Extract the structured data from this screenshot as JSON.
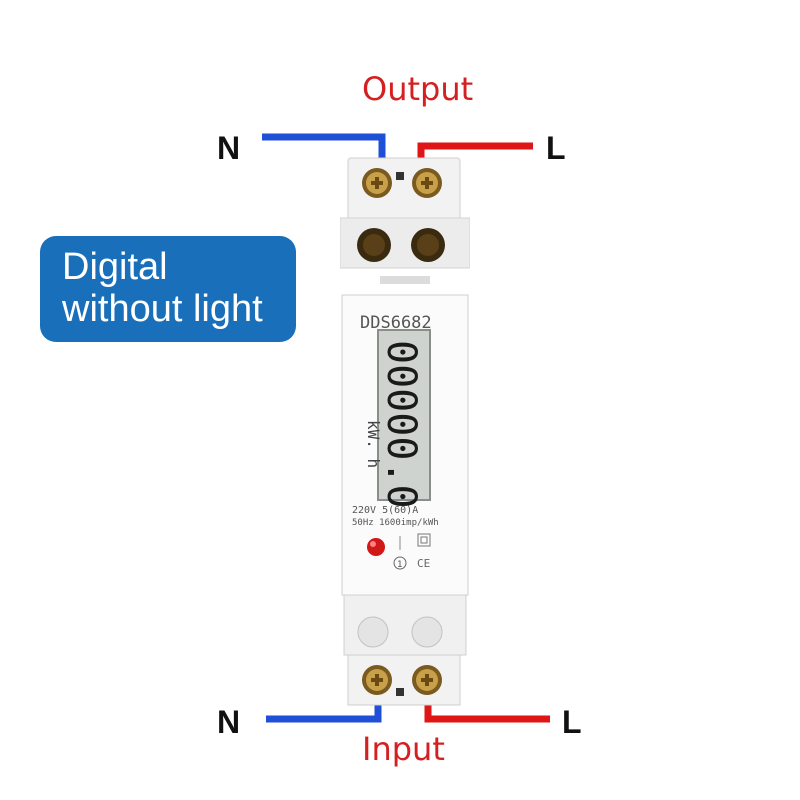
{
  "labels": {
    "output": "Output",
    "input": "Input",
    "top_left": "N",
    "top_right": "L",
    "bottom_left": "N",
    "bottom_right": "L"
  },
  "badge": {
    "line1": "Digital",
    "line2": "without light"
  },
  "meter": {
    "model": "DDS6682",
    "unit": "kW. h",
    "reading": "00000.0",
    "spec_line1": "220V  5(60)A",
    "spec_line2": "50Hz  1600imp/kWh",
    "class_mark": "1",
    "ce_mark": "CE"
  },
  "colors": {
    "neutral_wire": "#1f4fd6",
    "live_wire": "#e01515",
    "badge_bg": "#1a6fbb",
    "label_red": "#d42020"
  }
}
